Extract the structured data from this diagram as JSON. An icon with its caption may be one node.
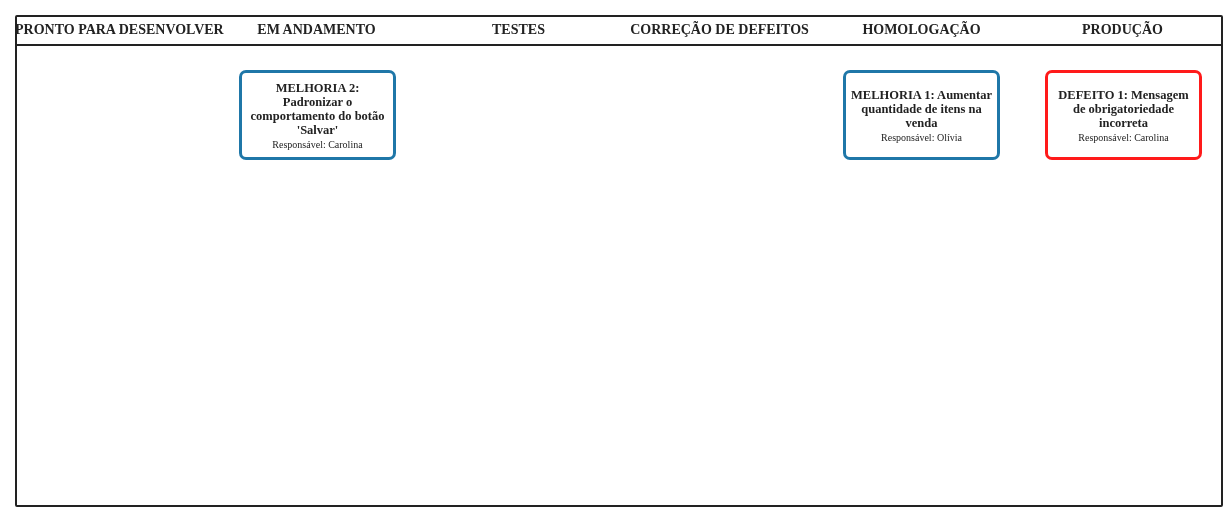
{
  "diagram": {
    "nodes": [
      {
        "text": [
          "MELHORIA 2: Padronizar o comportamento do botão 'Salvar'",
          "Responsável: Carolina"
        ]
      },
      {
        "text": [
          "MELHORIA 1:  Aumentar quantidade de itens na venda",
          "Responsável: Olívia"
        ]
      },
      {
        "text": [
          "DEFEITO 1: Mensagem de obrigatoriedade incorreta",
          "Responsável: Carolina"
        ]
      }
    ],
    "edges": [],
    "labels": [
      "PRONTO PARA DESENVOLVER",
      "EM ANDAMENTO",
      "TESTES",
      "CORREÇÃO DE DEFEITOS",
      "HOMOLOGAÇÃO",
      "PRODUÇÃO"
    ]
  }
}
